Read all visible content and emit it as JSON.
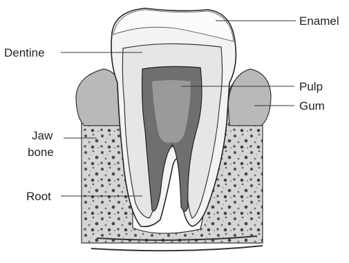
{
  "labels": {
    "enamel": "Enamel",
    "dentine": "Dentine",
    "pulp": "Pulp",
    "gum": "Gum",
    "jaw_line1": "Jaw",
    "jaw_line2": "bone",
    "root": "Root"
  },
  "colors": {
    "ink": "#222222",
    "enamel": "#f7f7f7",
    "dentine": "#e9e9e9",
    "pulp": "#6f6f6f",
    "gum": "#b9b9b9",
    "bone": "#d4d4d4"
  }
}
